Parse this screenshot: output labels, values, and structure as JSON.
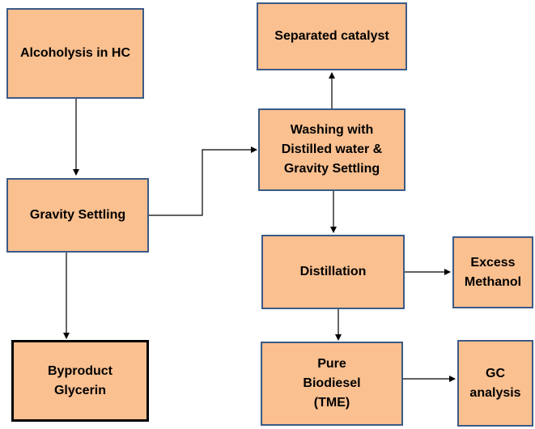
{
  "nodes": {
    "alcoholysis": "Alcoholysis in HC",
    "gravity": "Gravity Settling",
    "glycerin": "Byproduct\nGlycerin",
    "catalyst": "Separated catalyst",
    "washing": "Washing with\nDistilled water &\nGravity Settling",
    "distillation": "Distillation",
    "methanol": "Excess\nMethanol",
    "biodiesel": "Pure\nBiodiesel\n(TME)",
    "gc": "GC\nanalysis"
  },
  "colors": {
    "box_fill": "#fac090",
    "box_border": "#3b5a87",
    "emphasis_border": "#000000",
    "arrow": "#000000"
  }
}
